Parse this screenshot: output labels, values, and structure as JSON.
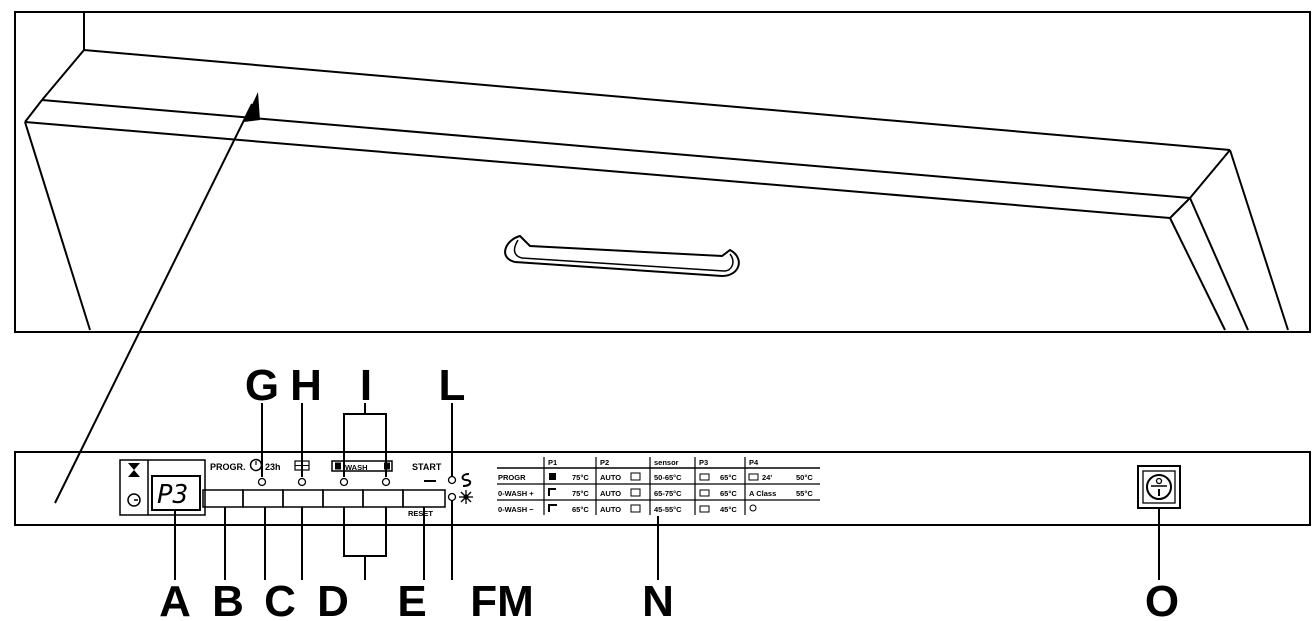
{
  "callouts": {
    "top": [
      "G",
      "H",
      "I",
      "L"
    ],
    "bottom": [
      "A",
      "B",
      "C",
      "D",
      "E",
      "FM",
      "N",
      "O"
    ]
  },
  "panel": {
    "display_text": "P3",
    "prog_label": "PROGR.",
    "delay_label": "23h",
    "wash_label": "WASH",
    "start_label": "START",
    "reset_label": "RESET"
  },
  "program_table": {
    "headers": [
      "P1",
      "P2",
      "sensor",
      "P3",
      "P4"
    ],
    "rows": [
      {
        "name": "PROGR",
        "p1": "75°C",
        "p2": "AUTO",
        "sensor": "50-65°C",
        "p3": "65°C",
        "p4a": "24'",
        "p4b": "50°C"
      },
      {
        "name": "0-WASH +",
        "p1": "75°C",
        "p2": "AUTO",
        "sensor": "65-75°C",
        "p3": "65°C",
        "p4a": "A Class",
        "p4b": "55°C"
      },
      {
        "name": "0-WASH −",
        "p1": "65°C",
        "p2": "AUTO",
        "sensor": "45-55°C",
        "p3": "45°C",
        "p4a": "",
        "p4b": ""
      }
    ]
  },
  "icons": [
    "hourglass-icon",
    "clock-icon",
    "delay-timer-icon",
    "half-load-icon",
    "salt-icon",
    "rinse-aid-icon",
    "power-switch-icon"
  ]
}
